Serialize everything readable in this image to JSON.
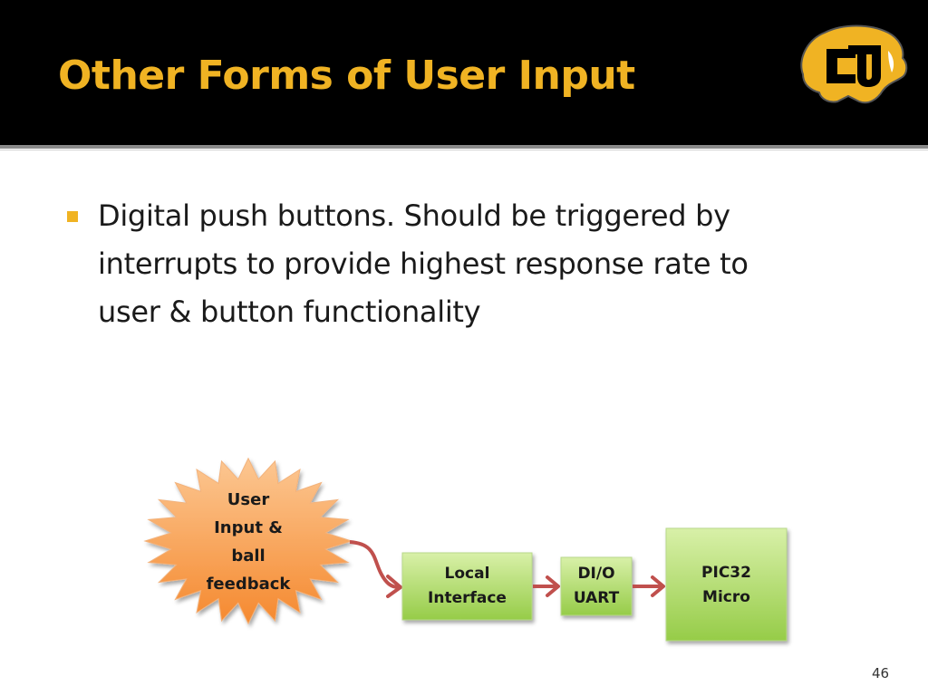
{
  "slide": {
    "title": "Other Forms of User Input",
    "bullets": [
      {
        "lines": [
          "Digital push buttons.  Should be triggered by",
          "interrupts to provide highest response rate to",
          "user & button functionality"
        ]
      }
    ],
    "page_number": "46"
  },
  "diagram": {
    "burst": {
      "lines": [
        "User",
        "Input &",
        "ball",
        "feedback"
      ]
    },
    "local_interface": {
      "lines": [
        "Local",
        "Interface"
      ]
    },
    "dio_uart": {
      "lines": [
        "DI/O",
        "UART"
      ]
    },
    "pic32": {
      "lines": [
        "PIC32",
        "Micro"
      ]
    }
  },
  "colors": {
    "header_bg": "#000000",
    "title_gold": "#f0b323",
    "burst_orange": "#f79a45",
    "box_green": "#a8d856",
    "arrow_red": "#c0504d"
  },
  "icons": {
    "logo": "cu-buffalo-logo"
  }
}
